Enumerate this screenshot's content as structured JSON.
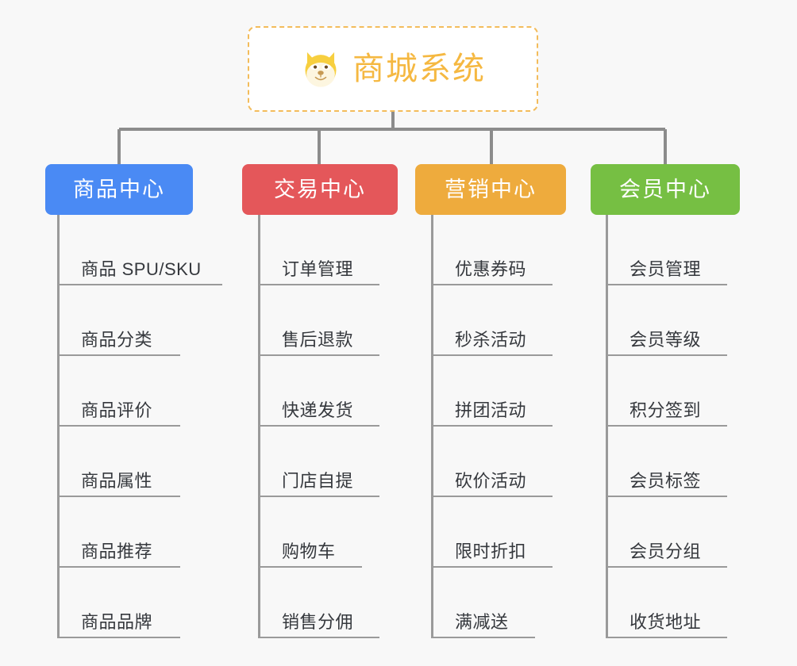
{
  "diagram": {
    "type": "org-chart",
    "background_color": "#f8f8f8",
    "root": {
      "title": "商城系统",
      "icon": "dog-face-icon",
      "border_color": "#f3bc5b",
      "text_color": "#f5b841",
      "border_style": "dashed"
    },
    "connector_color": "#8c8c8c",
    "branches": [
      {
        "label": "商品中心",
        "color": "#4a8af4",
        "items": [
          "商品 SPU/SKU",
          "商品分类",
          "商品评价",
          "商品属性",
          "商品推荐",
          "商品品牌"
        ]
      },
      {
        "label": "交易中心",
        "color": "#e4575a",
        "items": [
          "订单管理",
          "售后退款",
          "快递发货",
          "门店自提",
          "购物车",
          "销售分佣"
        ]
      },
      {
        "label": "营销中心",
        "color": "#eeab3d",
        "items": [
          "优惠券码",
          "秒杀活动",
          "拼团活动",
          "砍价活动",
          "限时折扣",
          "满减送"
        ]
      },
      {
        "label": "会员中心",
        "color": "#76bf43",
        "items": [
          "会员管理",
          "会员等级",
          "积分签到",
          "会员标签",
          "会员分组",
          "收货地址"
        ]
      }
    ]
  }
}
